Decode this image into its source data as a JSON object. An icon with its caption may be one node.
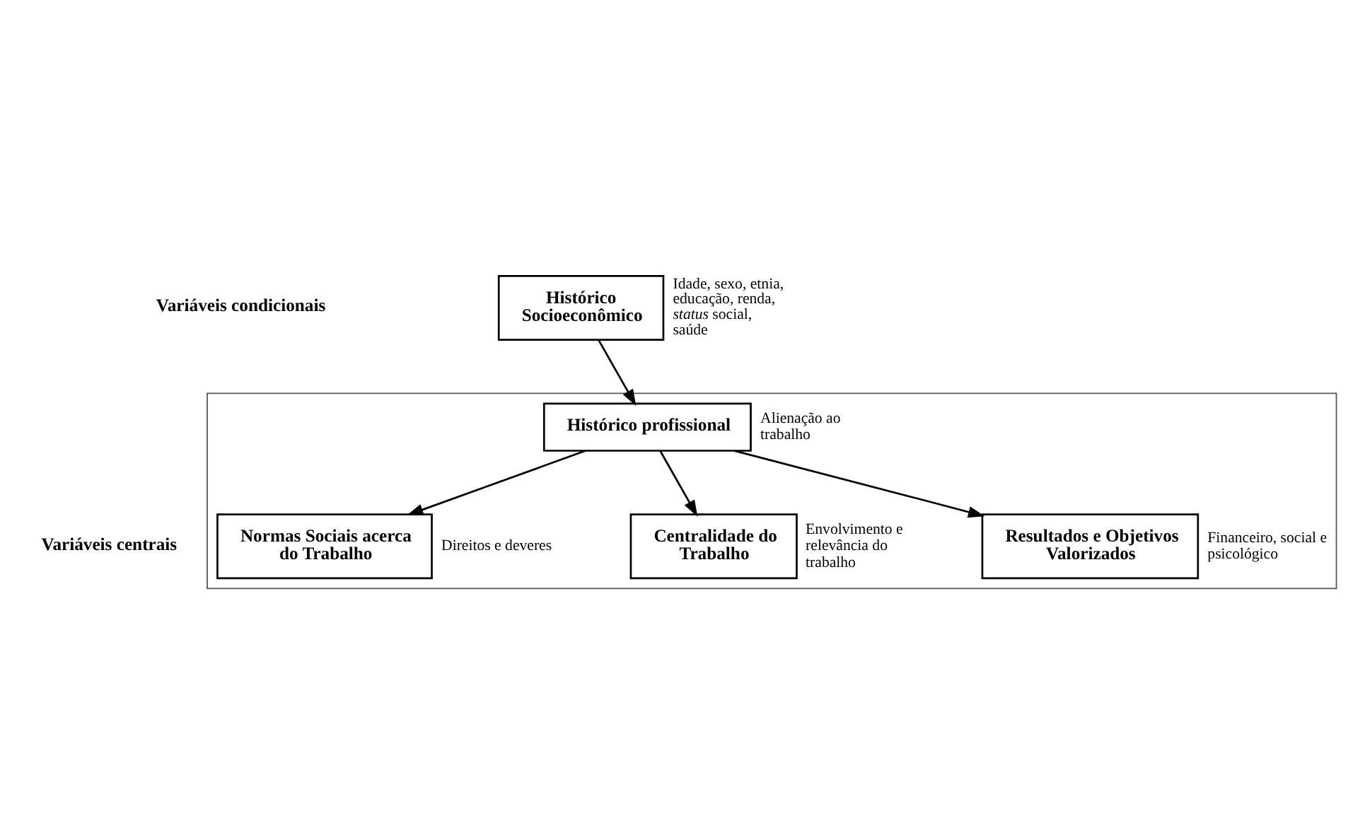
{
  "diagram": {
    "nodes": [
      {
        "text": [
          "Histórico Socioeconômico"
        ],
        "beside": [
          "Idade, sexo, etnia, educação, renda, *status* social, saúde"
        ]
      },
      {
        "text": [],
        "shape": "box"
      },
      {
        "text": [
          "Histórico profissional"
        ],
        "in": 1,
        "beside": [
          "Alienação ao trabalho"
        ]
      },
      {
        "text": [
          "Normas Sociais acerca do Trabalho"
        ],
        "in": 1,
        "beside": [
          "Direitos e deveres"
        ]
      },
      {
        "text": [
          "Centralidade do Trabalho"
        ],
        "in": 1,
        "beside": [
          "Envolvimento e relevância do trabalho"
        ]
      },
      {
        "text": [
          "Resultados e Objetivos Valorizados"
        ],
        "in": 1,
        "beside": [
          "Financeiro, social e psicológico"
        ]
      }
    ],
    "edges": [
      {
        "from": 0,
        "to": 2,
        "arrow": "to"
      },
      {
        "from": 2,
        "to": 3,
        "arrow": "to"
      },
      {
        "from": 2,
        "to": 4,
        "arrow": "to"
      },
      {
        "from": 2,
        "to": 5,
        "arrow": "to"
      }
    ],
    "labels": [
      "Variáveis condicionais",
      "Variáveis centrais"
    ]
  }
}
